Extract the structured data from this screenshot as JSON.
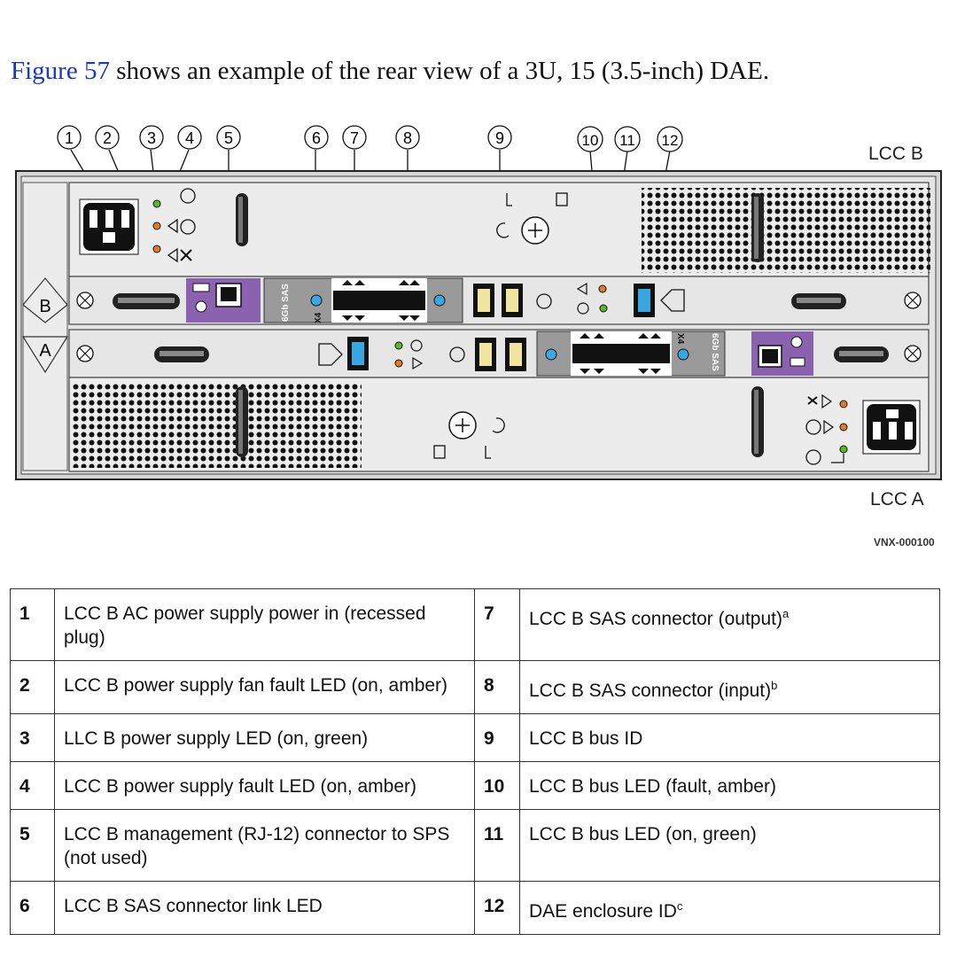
{
  "intro": {
    "figure_ref": "Figure 57",
    "text": " shows an example of the rear view of a 3U, 15 (3.5-inch) DAE."
  },
  "diagram": {
    "label_lcc_b": "LCC B",
    "label_lcc_a": "LCC A",
    "figure_code": "VNX-000100",
    "callouts": [
      "1",
      "2",
      "3",
      "4",
      "5",
      "6",
      "7",
      "8",
      "9",
      "10",
      "11",
      "12"
    ],
    "slot_b": "B",
    "slot_a": "A",
    "sas_label": "6Gb SAS",
    "port_label": "X4",
    "colors": {
      "led_green": "#5ab82e",
      "led_amber": "#e07a2a",
      "led_blue": "#39a8e0",
      "mgmt_purple": "#8a62b0"
    }
  },
  "legend": [
    {
      "n1": "1",
      "d1": "LCC B AC power supply power in (recessed plug)",
      "n2": "7",
      "d2": "LCC B SAS connector (output)",
      "s2": "a"
    },
    {
      "n1": "2",
      "d1": "LCC B power supply fan fault LED (on, amber)",
      "n2": "8",
      "d2": "LCC B SAS connector (input)",
      "s2": "b"
    },
    {
      "n1": "3",
      "d1": "LLC B power supply LED (on, green)",
      "n2": "9",
      "d2": "LCC B bus ID",
      "s2": ""
    },
    {
      "n1": "4",
      "d1": "LCC B power supply fault LED (on, amber)",
      "n2": "10",
      "d2": "LCC B bus LED (fault, amber)",
      "s2": ""
    },
    {
      "n1": "5",
      "d1": "LCC B management (RJ-12) connector to SPS (not used)",
      "n2": "11",
      "d2": "LCC B bus LED (on, green)",
      "s2": ""
    },
    {
      "n1": "6",
      "d1": "LCC B SAS connector link LED",
      "n2": "12",
      "d2": "DAE enclosure ID",
      "s2": "c"
    }
  ]
}
